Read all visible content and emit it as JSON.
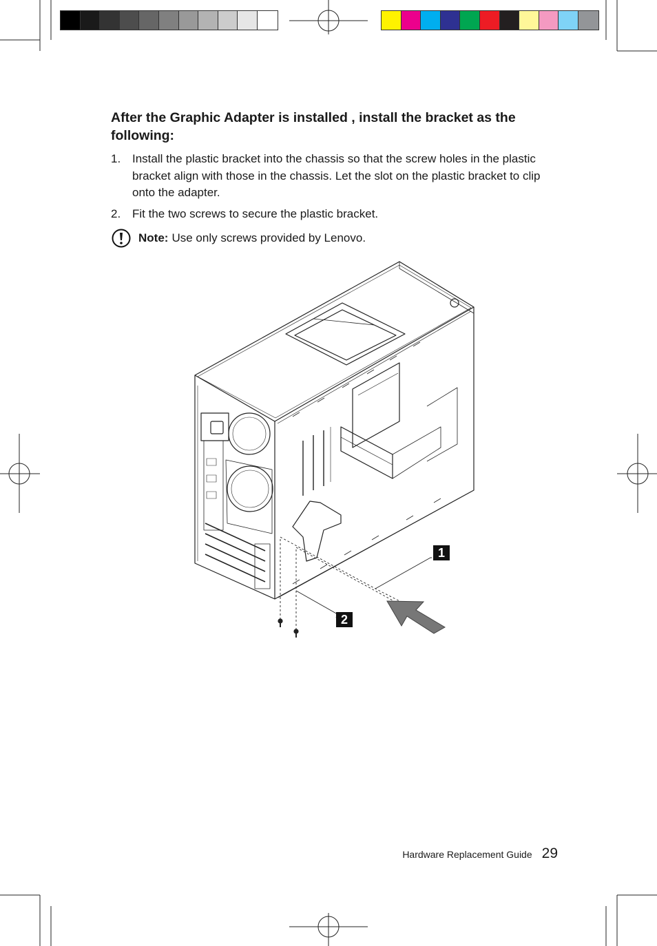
{
  "print_marks": {
    "grayscale_swatches": [
      "#000000",
      "#1a1a1a",
      "#333333",
      "#4d4d4d",
      "#666666",
      "#808080",
      "#999999",
      "#b3b3b3",
      "#cccccc",
      "#e6e6e6",
      "#ffffff"
    ],
    "color_swatches": [
      "#fff200",
      "#ec008c",
      "#00aeef",
      "#2e3192",
      "#00a651",
      "#ed1c24",
      "#231f20",
      "#fff799",
      "#f49ac1",
      "#7fd3f7",
      "#939598"
    ]
  },
  "content": {
    "heading": "After the Graphic Adapter is installed , install the bracket as the following:",
    "steps": [
      {
        "number": "1.",
        "text": "Install the plastic bracket into the chassis so that the screw holes in the plastic bracket align with those in the chassis. Let the slot on the plastic bracket to clip onto the adapter."
      },
      {
        "number": "2.",
        "text": "Fit the two screws to secure the plastic bracket."
      }
    ],
    "note": {
      "label": "Note:",
      "text": "Use only screws provided by Lenovo."
    }
  },
  "figure": {
    "icon": "computer-chassis-illustration",
    "callouts": [
      "1",
      "2"
    ]
  },
  "footer": {
    "guide_title": "Hardware Replacement Guide",
    "page_number": "29"
  }
}
